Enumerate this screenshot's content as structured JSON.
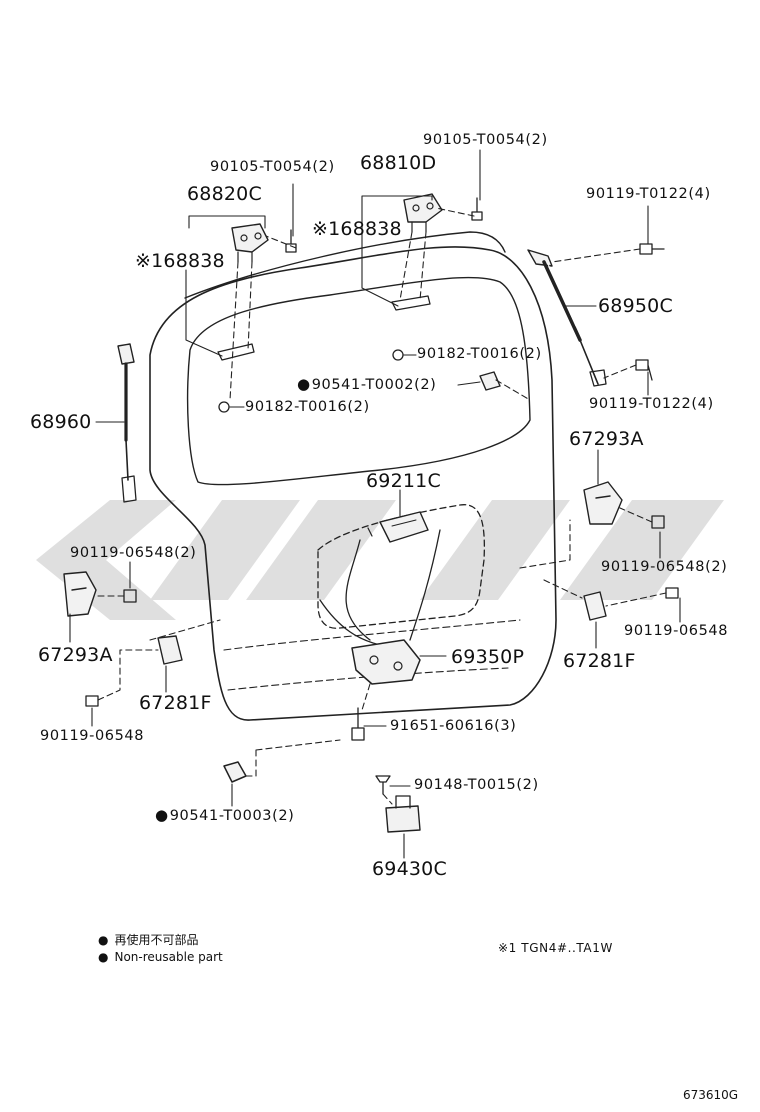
{
  "diagram": {
    "colors": {
      "line": "#222222",
      "part_fill": "#f2f2f2",
      "watermark": "#dcdcdc"
    },
    "labels": {
      "p68820c": "68820C",
      "p68810d": "68810D",
      "p68838_left": "※168838",
      "p68838_right": "※168838",
      "p90105_left": "90105-T0054(2)",
      "p90105_right": "90105-T0054(2)",
      "p90119_t0122_top": "90119-T0122(4)",
      "p68950c": "68950C",
      "p90182_right": "90182-T0016(2)",
      "p90541_t0002": "90541-T0002(2)",
      "p90182_left": "90182-T0016(2)",
      "p90119_t0122_bottom": "90119-T0122(4)",
      "p68960": "68960",
      "p67293a_right": "67293A",
      "p69211c": "69211C",
      "p90119_06548_left2": "90119-06548(2)",
      "p90119_06548_right2": "90119-06548(2)",
      "p67293a_left": "67293A",
      "p90119_06548_right": "90119-06548",
      "p67281f_left": "67281F",
      "p69350p": "69350P",
      "p67281f_right": "67281F",
      "p90119_06548_left": "90119-06548",
      "p91651": "91651-60616(3)",
      "p90148": "90148-T0015(2)",
      "p90541_t0003": "90541-T0003(2)",
      "p69430c": "69430C"
    },
    "bullet": "●",
    "legend": {
      "line1": "再使用不可部品",
      "line2": "Non-reusable part"
    },
    "footnote": "※1 TGN4#..TA1W",
    "figure_code": "673610G"
  }
}
